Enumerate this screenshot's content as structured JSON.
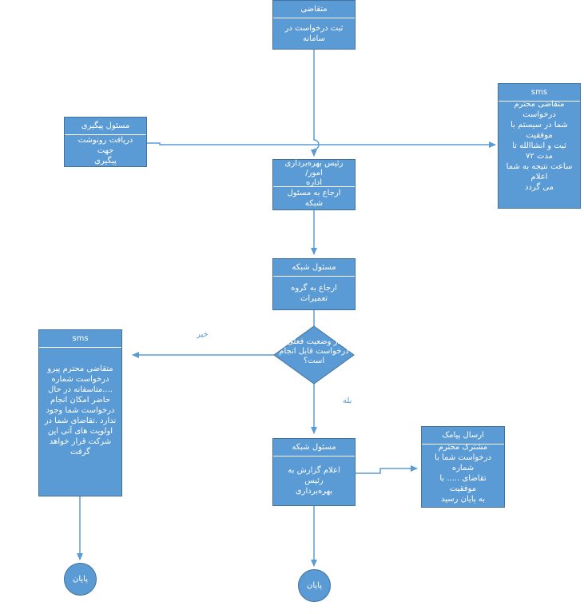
{
  "applicant": {
    "header": "متقاضی",
    "body": "ثبت درخواست در سامانه"
  },
  "sms_top": {
    "header": "sms",
    "body": "متقاضی محترم درخواست\nشما در سیستم با موفقیت\nثبت و انشاالله تا مدت ۷۲\nساعت نتیجه به شما اعلام\nمی گردد"
  },
  "followup": {
    "header": "مسئول پیگیری",
    "body": "دریافت رونوشت جهت\nپیگیری"
  },
  "director": {
    "header": "رئیس بهره‌برداری امور/\nاداره",
    "body": "ارجاع به مسئول شبکه"
  },
  "network1": {
    "header": "مسئول شبکه",
    "body": "ارجاع به گروه تعمیرات"
  },
  "decision": {
    "text": "در وضعیت فعلی\nدرخواست قابل انجام\nاست؟"
  },
  "label_no": "خیر",
  "label_yes": "بله",
  "sms_left": {
    "header": "sms",
    "body": "متقاضی محترم پیرو\nدرخواست شماره\n....متاسفانه در حال\nحاضر امکان انجام\nدرخواست شما وجود\nندارد .تقاضای شما در\nاولویت های آتی این\nشرکت قرار خواهد گرفت"
  },
  "network2": {
    "header": "مسئول شبکه",
    "body": "اعلام گزارش به رئیس\nبهره‌برداری"
  },
  "send_sms": {
    "header": "ارسال پیامک",
    "body": "مشترک محترم\nدرخواست شما با شماره\nتقاضای ..... با موفقیت\nبه پایان رسید"
  },
  "end_left": "پایان",
  "end_mid": "پایان",
  "colors": {
    "fill": "#5b9bd5",
    "border": "#41719c"
  }
}
